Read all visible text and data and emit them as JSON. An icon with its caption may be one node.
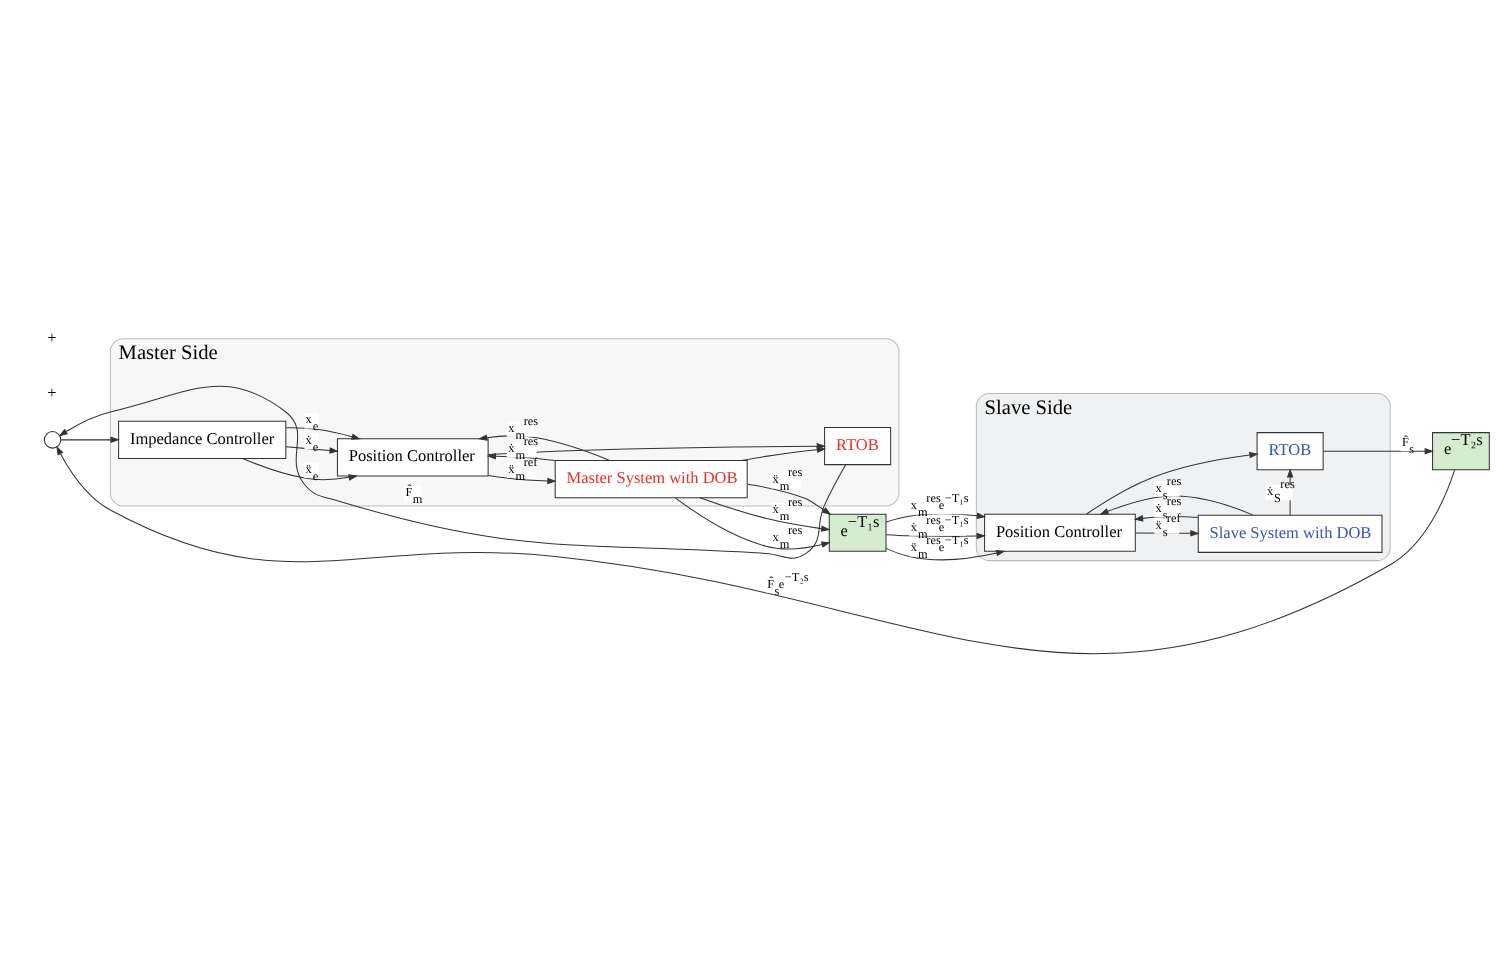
{
  "diagram": {
    "nodes": [
      {
        "text": [
          "Master Side"
        ]
      },
      {
        "text": [],
        "shape": "circle"
      },
      {
        "text": [
          "Impedance Controller"
        ],
        "in": 0
      },
      {
        "text": [
          "Position Controller"
        ],
        "in": 0
      },
      {
        "text": [
          "RTOB"
        ],
        "in": 0
      },
      {
        "text": [
          "Master System with DOB"
        ],
        "in": 0
      },
      {
        "text": [
          "e$^{−T₁s}$"
        ]
      },
      {
        "text": [
          "Slave Side"
        ]
      },
      {
        "text": [
          "Slave System with DOB"
        ],
        "in": 7
      },
      {
        "text": [
          "RTOB"
        ],
        "in": 7
      },
      {
        "text": [
          "Position Controller"
        ],
        "in": 7
      },
      {
        "text": [
          "e$^{−T₂s}$"
        ]
      }
    ],
    "edges": [
      {
        "from": 1,
        "to": 2,
        "arrow": "to"
      },
      {
        "from": 2,
        "to": 3,
        "arrow": "to",
        "label": "ẍ$_{e}$"
      },
      {
        "from": 2,
        "to": 3,
        "arrow": "to",
        "label": "ẋ$_{e}$"
      },
      {
        "from": 2,
        "to": 3,
        "arrow": "to",
        "label": "x$_{e}$"
      },
      {
        "from": 3,
        "to": 5,
        "arrow": "to",
        "label": "ẍ$_{m}$$^{ref}$"
      },
      {
        "from": 3,
        "to": 4,
        "arrow": "to"
      },
      {
        "from": 5,
        "to": 4,
        "arrow": "to"
      },
      {
        "from": 5,
        "to": 3,
        "arrow": "to",
        "label": "ẋ$_{m}$$^{res}$"
      },
      {
        "from": 5,
        "to": 3,
        "arrow": "to",
        "label": "x$_{m}$$^{res}$"
      },
      {
        "from": 4,
        "to": 1,
        "arrow": "to",
        "label": "F̂$_{m}$"
      },
      {
        "from": 5,
        "to": 6,
        "arrow": "to",
        "label": "ẍ$_{m}$$^{res}$"
      },
      {
        "from": 5,
        "to": 6,
        "arrow": "to",
        "label": "ẋ$_{m}$$^{res}$"
      },
      {
        "from": 5,
        "to": 6,
        "arrow": "to",
        "label": "x$_{m}$$^{res}$"
      },
      {
        "from": 6,
        "to": 10,
        "arrow": "to",
        "label": "x$_{m}$$^{res}$e$^{−T₁s}$"
      },
      {
        "from": 6,
        "to": 10,
        "arrow": "to",
        "label": "ẋ$_{m}$$^{res}$e$^{−T₁s}$"
      },
      {
        "from": 6,
        "to": 10,
        "arrow": "to",
        "label": "ẍ$_{m}$$^{res}$e$^{−T₁s}$"
      },
      {
        "from": 10,
        "to": 8,
        "arrow": "to",
        "label": "ẍ$_{s}$$^{ref}$"
      },
      {
        "from": 10,
        "to": 9,
        "arrow": "to"
      },
      {
        "from": 8,
        "to": 9,
        "arrow": "to",
        "label": "ẋ$_{S}$$^{res}$"
      },
      {
        "from": 8,
        "to": 10,
        "arrow": "to",
        "label": "ẋ$_{s}$$^{res}$"
      },
      {
        "from": 8,
        "to": 10,
        "arrow": "to",
        "label": "x$_{s}$$^{res}$"
      },
      {
        "from": 9,
        "to": 11,
        "arrow": "to",
        "label": "F̂$_{s}$"
      },
      {
        "from": 11,
        "to": 1,
        "arrow": "to",
        "label": "F̂$_{s}$e$^{−T₂s}$"
      }
    ],
    "labels": [
      "+",
      "+"
    ]
  }
}
